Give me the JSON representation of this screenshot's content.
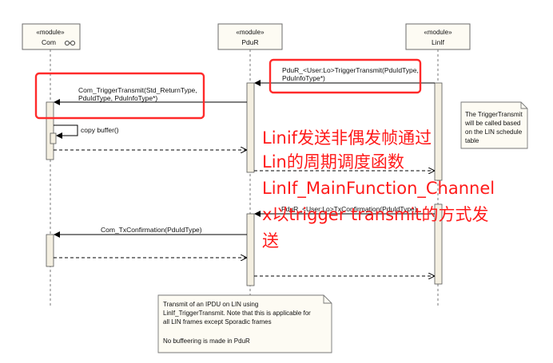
{
  "modules": {
    "com": {
      "stereotype": "«module»",
      "name": "Com"
    },
    "pdur": {
      "stereotype": "«module»",
      "name": "PduR"
    },
    "linif": {
      "stereotype": "«module»",
      "name": "LinIf"
    }
  },
  "messages": {
    "pdur_trigger_line1": "PduR_<User:Lo>TriggerTransmit(PduIdType,",
    "pdur_trigger_line2": "PduInfoType*)",
    "com_trigger_line1": "Com_TriggerTransmit(Std_ReturnType,",
    "com_trigger_line2": "PduIdType, PduInfoType*)",
    "copy_buffer": "copy buffer()",
    "pdur_txconf": "PduR_<User:Lo>TxConfirmation(PduIdType)",
    "com_txconf": "Com_TxConfirmation(PduIdType)"
  },
  "notes": {
    "trigger_note_line1": "The TriggerTransmit",
    "trigger_note_line2": "will be called based",
    "trigger_note_line3": "on the LIN schedule",
    "trigger_note_line4": "table",
    "bottom_note_line1": "Transmit of an IPDU on LIN using",
    "bottom_note_line2": "LinIf_TriggerTransmit. Note that this is applicable for",
    "bottom_note_line3": "all LIN frames except Sporadic frames",
    "bottom_note_line4": "No buffeering is made in PduR"
  },
  "annotation": {
    "line1": "Linif发送非偶发帧通过",
    "line2": "Lin的周期调度函数",
    "line3": "LinIf_MainFunction_Channel",
    "line4": "x以trigger transmit的方式发",
    "line5": "送"
  },
  "colors": {
    "activation_fill": "#f4efe1",
    "highlight": "#ff2a2a",
    "annotation_text": "#ff1a1a"
  }
}
